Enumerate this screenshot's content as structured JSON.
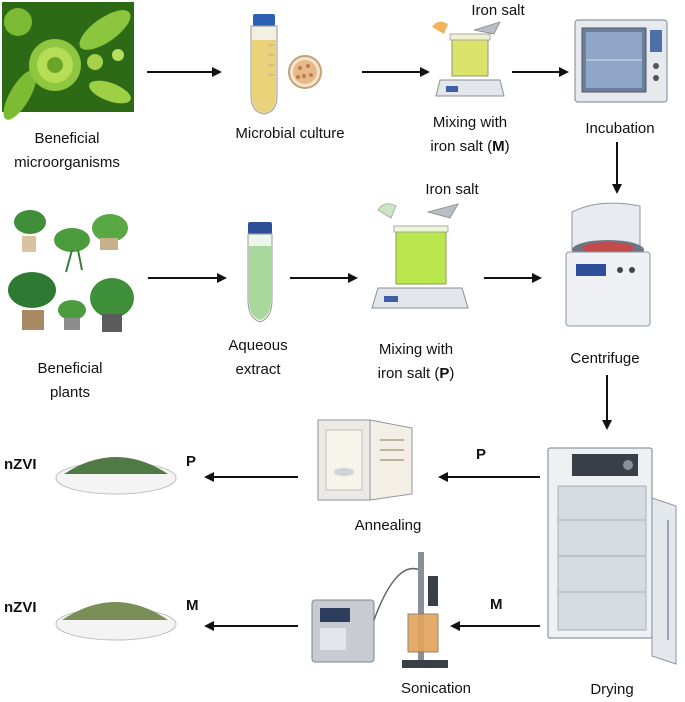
{
  "labels": {
    "beneficial_microorganisms_1": "Beneficial",
    "beneficial_microorganisms_2": "microorganisms",
    "microbial_culture": "Microbial culture",
    "iron_salt_top": "Iron salt",
    "mixing_m_1": "Mixing with",
    "mixing_m_2": "iron salt (",
    "mixing_m_bold": "M",
    "mixing_m_close": ")",
    "incubation": "Incubation",
    "iron_salt_mid": "Iron salt",
    "beneficial_plants_1": "Beneficial",
    "beneficial_plants_2": "plants",
    "aqueous_extract_1": "Aqueous",
    "aqueous_extract_2": "extract",
    "mixing_p_1": "Mixing with",
    "mixing_p_2": "iron salt (",
    "mixing_p_bold": "P",
    "mixing_p_close": ")",
    "centrifuge": "Centrifuge",
    "nzvi_p": "nZVI",
    "p_marker_bowl": "P",
    "p_marker_arrow": "P",
    "annealing": "Annealing",
    "drying": "Drying",
    "nzvi_m": "nZVI",
    "m_marker_bowl": "M",
    "m_marker_arrow": "M",
    "sonication": "Sonication"
  },
  "colors": {
    "arrow": "#111111",
    "culture_liquid": "#e9d27a",
    "extract_liquid": "#a8d79c",
    "beaker_m_liquid": "#d9e05a",
    "beaker_p_liquid": "#b6e640",
    "powder_p": "#4f7a45",
    "powder_m": "#7a8f57",
    "microbe_green": "#6fae2c",
    "leaf_green": "#3f8f3a",
    "device_gray": "#e3e6ea"
  }
}
